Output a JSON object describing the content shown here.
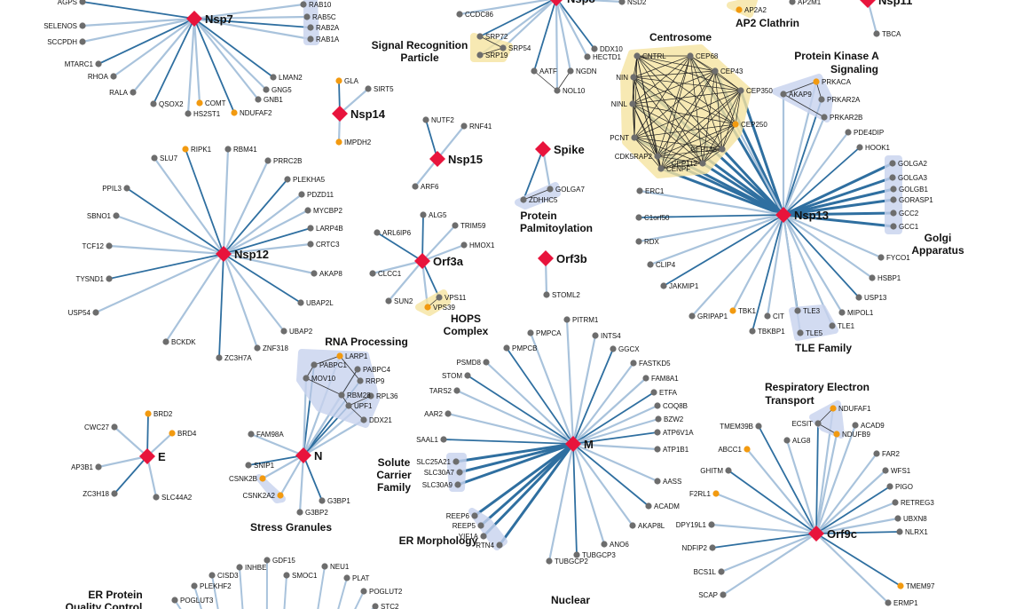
{
  "colors": {
    "hub": "#e8143c",
    "node": "#6d6d6d",
    "drug": "#f29a10",
    "edge_dark": "#2f6fa0",
    "edge_light": "#a9c3dc",
    "complex_blue": "#c8d3ee",
    "complex_yellow": "#f6e4a1"
  },
  "hubs": [
    "Nsp7",
    "Nsp8",
    "Nsp11",
    "Nsp14",
    "Nsp15",
    "Spike",
    "Orf3a",
    "Orf3b",
    "Nsp12",
    "Nsp13",
    "E",
    "N",
    "M",
    "Orf9c"
  ],
  "groups": [
    "Signal Recognition Particle",
    "AP2 Clathrin",
    "Centrosome",
    "Protein Kinase A Signaling",
    "Protein Palmitoylation",
    "HOPS Complex",
    "Golgi Apparatus",
    "TLE Family",
    "RNA Processing",
    "Stress Granules",
    "Solute Carrier Family",
    "ER Morphology",
    "Respiratory Electron Transport",
    "ER Protein Quality Control",
    "Nuclear"
  ],
  "proteins": [
    "AGPS",
    "SELENOS",
    "SCCPDH",
    "MTARC1",
    "RHOA",
    "RALA",
    "QSOX2",
    "HS2ST1",
    "COMT",
    "NDUFAF2",
    "GNB1",
    "GNG5",
    "LMAN2",
    "RAB10",
    "RAB5C",
    "RAB2A",
    "RAB1A",
    "CCDC86",
    "SRP72",
    "SRP54",
    "SRP19",
    "AATF",
    "NGDN",
    "NOL10",
    "DDX10",
    "HECTD1",
    "NSD2",
    "AP2M1",
    "AP2A2",
    "TBCA",
    "GLA",
    "SIRT5",
    "IMPDH2",
    "NUTF2",
    "RNF41",
    "ARF6",
    "ZDHHC5",
    "GOLGA7",
    "STOML2",
    "ALG5",
    "TRIM59",
    "HMOX1",
    "ARL6IP6",
    "CLCC1",
    "SUN2",
    "VPS11",
    "VPS39",
    "SLU7",
    "RIPK1",
    "RBM41",
    "PRRC2B",
    "PLEKHA5",
    "PDZD11",
    "MYCBP2",
    "LARP4B",
    "CRTC3",
    "AKAP8",
    "UBAP2L",
    "UBAP2",
    "ZNF318",
    "ZC3H7A",
    "BCKDK",
    "USP54",
    "TYSND1",
    "TCF12",
    "SBNO1",
    "PPIL3",
    "CNTRL",
    "CEP68",
    "CEP43",
    "CEP350",
    "CEP250",
    "CEP135",
    "CEP112",
    "CENPF",
    "CDK5RAP2",
    "PCNT",
    "NINL",
    "NIN",
    "AKAP9",
    "PRKACA",
    "PRKAR2A",
    "PRKAR2B",
    "PDE4DIP",
    "HOOK1",
    "GOLGA2",
    "GOLGA3",
    "GOLGB1",
    "GORASP1",
    "GCC2",
    "GCC1",
    "FYCO1",
    "HSBP1",
    "USP13",
    "MIPOL1",
    "TLE1",
    "TLE3",
    "TLE5",
    "CIT",
    "TBKBP1",
    "TBK1",
    "GRIPAP1",
    "JAKMIP1",
    "CLIP4",
    "RDX",
    "C1orf50",
    "ERC1",
    "CWC27",
    "BRD2",
    "BRD4",
    "AP3B1",
    "ZC3H18",
    "SLC44A2",
    "FAM98A",
    "SNIP1",
    "CSNK2B",
    "CSNK2A2",
    "G3BP1",
    "G3BP2",
    "LARP1",
    "PABPC1",
    "PABPC4",
    "MOV10",
    "RRP9",
    "RBM28",
    "RPL36",
    "UPF1",
    "DDX21",
    "PMPCA",
    "PMPCB",
    "PITRM1",
    "INTS4",
    "GGCX",
    "FASTKD5",
    "FAM8A1",
    "ETFA",
    "COQ8B",
    "BZW2",
    "ATP6V1A",
    "ATP1B1",
    "AASS",
    "ACADM",
    "AKAP8L",
    "ANO6",
    "TUBGCP3",
    "TUBGCP2",
    "RTN4",
    "YIF1A",
    "REEP5",
    "REEP6",
    "SLC30A9",
    "SLC30A7",
    "SLC25A21",
    "SAAL1",
    "AAR2",
    "TARS2",
    "STOM",
    "PSMD8",
    "NDUFAF1",
    "ECSIT",
    "NDUFB9",
    "ACAD9",
    "TMEM39B",
    "ALG8",
    "ABCC1",
    "GHITM",
    "FAR2",
    "WFS1",
    "PIGO",
    "RETREG3",
    "UBXN8",
    "NLRX1",
    "F2RL1",
    "DPY19L1",
    "NDFIP2",
    "BCS1L",
    "SCAP",
    "TMEM97",
    "ERMP1",
    "CISD3",
    "INHBE",
    "GDF15",
    "SMOC1",
    "NEU1",
    "PLAT",
    "PLEKHF2",
    "POGLUT2",
    "POGLUT3",
    "STC2"
  ]
}
